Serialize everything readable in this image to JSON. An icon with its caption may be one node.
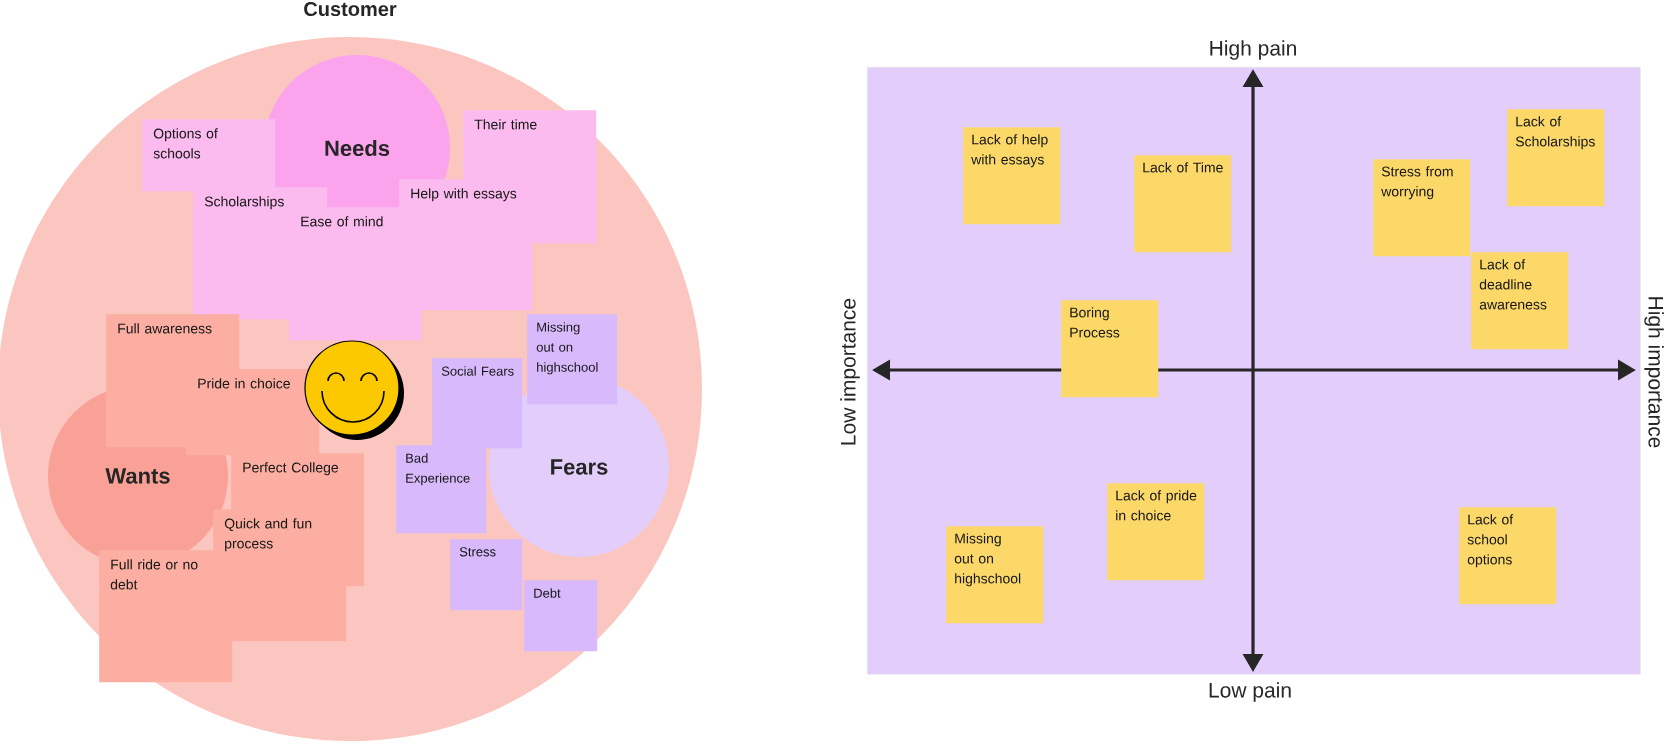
{
  "diagram": {
    "nodes": [
      {
        "text": [
          "Customer"
        ]
      },
      {
        "text": [
          "Needs"
        ],
        "in": 0
      },
      {
        "text": [
          "Wants"
        ],
        "in": 0
      },
      {
        "text": [
          "Fears"
        ],
        "in": 0
      },
      {
        "text": [
          "Options of schools"
        ],
        "in": 0
      },
      {
        "text": [
          "Their time"
        ],
        "in": 0
      },
      {
        "text": [
          "Scholarships"
        ],
        "in": 0
      },
      {
        "text": [
          "Ease of mind"
        ],
        "in": 0
      },
      {
        "text": [
          "Help with essays"
        ],
        "in": 0
      },
      {
        "text": [
          "Full awareness"
        ],
        "in": 0
      },
      {
        "text": [
          "Pride in choice"
        ],
        "in": 0
      },
      {
        "text": [
          "Perfect College"
        ],
        "in": 0
      },
      {
        "text": [
          "Full ride or no debt"
        ],
        "in": 0
      },
      {
        "text": [
          "Quick and fun process"
        ],
        "in": 0
      },
      {
        "text": [
          "Missing out on highschool"
        ],
        "in": 0
      },
      {
        "text": [
          "Social Fears"
        ],
        "in": 0
      },
      {
        "text": [
          "Bad Experience"
        ],
        "in": 0
      },
      {
        "text": [
          "Stress"
        ],
        "in": 0
      },
      {
        "text": [
          "Debt"
        ],
        "in": 0
      },
      {
        "text": [],
        "shape": "box"
      },
      {
        "text": [
          "Lack of help with essays"
        ],
        "in": 19
      },
      {
        "text": [
          "Lack of Time"
        ],
        "in": 19
      },
      {
        "text": [
          "Stress from worrying"
        ],
        "in": 19
      },
      {
        "text": [
          "Lack of Scholarships"
        ],
        "in": 19
      },
      {
        "text": [
          "Boring Process"
        ],
        "in": 19
      },
      {
        "text": [
          "Lack of deadline awareness"
        ],
        "in": 19
      },
      {
        "text": [
          "Missing out on highschool"
        ],
        "in": 19
      },
      {
        "text": [
          "Lack of pride in choice"
        ],
        "in": 19
      },
      {
        "text": [
          "Lack of school options"
        ],
        "in": 19
      }
    ],
    "labels": [
      "High pain",
      "Low importance",
      "High importance",
      "Low pain"
    ]
  }
}
